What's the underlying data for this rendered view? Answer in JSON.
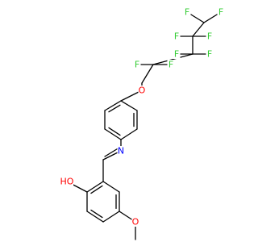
{
  "structure": {
    "colors": {
      "bond": "#000000",
      "fluorine": "#33cc33",
      "oxygen": "#ff0000",
      "nitrogen": "#0000ff"
    },
    "atom_labels": {
      "f_top_left": "F",
      "f_top_right": "F",
      "f_c2_left": "F",
      "f_c2_right": "F",
      "f_c3_left": "F",
      "f_c3_right": "F",
      "f_c4_left": "F",
      "f_c4_right": "F",
      "o_ether": "O",
      "n_imine": "N",
      "o_hydroxyl": "HO",
      "o_methoxy": "O"
    }
  }
}
